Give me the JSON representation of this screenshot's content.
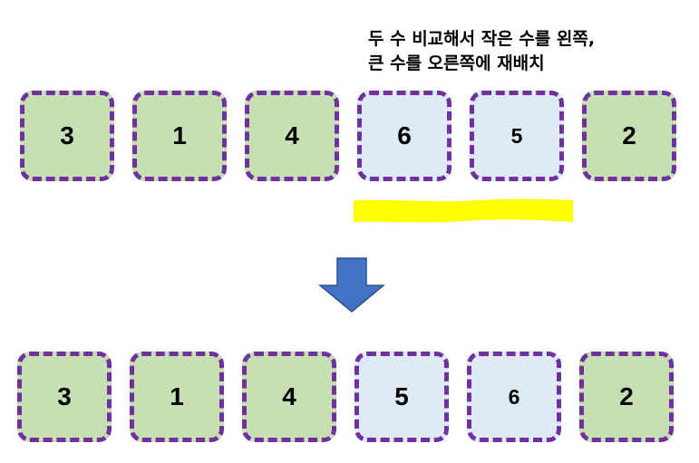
{
  "caption": {
    "line1": "두 수 비교해서 작은 수를 왼쪽,",
    "line2": "큰 수를 오른쪽에 재배치"
  },
  "before": {
    "boxes": [
      {
        "value": "3",
        "fill": "green"
      },
      {
        "value": "1",
        "fill": "green"
      },
      {
        "value": "4",
        "fill": "green"
      },
      {
        "value": "6",
        "fill": "blue"
      },
      {
        "value": "5",
        "fill": "blue"
      },
      {
        "value": "2",
        "fill": "green"
      }
    ]
  },
  "after": {
    "boxes": [
      {
        "value": "3",
        "fill": "green"
      },
      {
        "value": "1",
        "fill": "green"
      },
      {
        "value": "4",
        "fill": "green"
      },
      {
        "value": "5",
        "fill": "blue"
      },
      {
        "value": "6",
        "fill": "blue"
      },
      {
        "value": "2",
        "fill": "green"
      }
    ]
  },
  "colors": {
    "box_border": "#7030a0",
    "green_fill": "#c6e0b4",
    "blue_fill": "#deebf7",
    "highlight": "#ffff00",
    "arrow_fill": "#4472c4",
    "arrow_stroke": "#2f528f"
  }
}
